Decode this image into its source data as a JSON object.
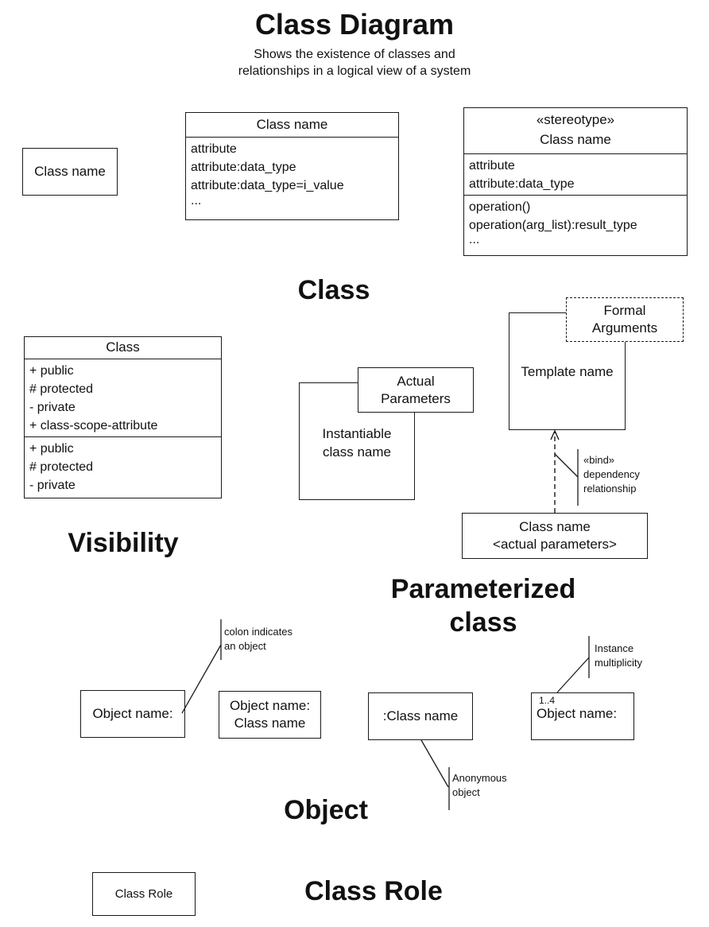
{
  "header": {
    "title": "Class Diagram",
    "subtitle_line1": "Shows the existence of classes and",
    "subtitle_line2": "relationships in a logical view of a system"
  },
  "class_section": {
    "label": "Class",
    "simple_box": {
      "name": "Class name"
    },
    "attributes_box": {
      "name": "Class name",
      "attributes": [
        "attribute",
        "attribute:data_type",
        "attribute:data_type=i_value",
        "..."
      ]
    },
    "stereotype_box": {
      "stereotype": "«stereotype»",
      "name": "Class name",
      "attributes": [
        "attribute",
        "attribute:data_type"
      ],
      "operations": [
        "operation()",
        "operation(arg_list):result_type",
        "..."
      ]
    }
  },
  "visibility_section": {
    "label": "Visibility",
    "box": {
      "name": "Class",
      "attributes": [
        "+ public",
        "# protected",
        "- private",
        "+ class-scope-attribute"
      ],
      "operations": [
        "+ public",
        "# protected",
        "- private"
      ]
    }
  },
  "parameterized_section": {
    "label_line1": "Parameterized",
    "label_line2": "class",
    "instantiable": {
      "name_line1": "Instantiable",
      "name_line2": "class name",
      "params_line1": "Actual",
      "params_line2": "Parameters"
    },
    "template": {
      "name": "Template name",
      "args_line1": "Formal",
      "args_line2": "Arguments"
    },
    "bind_note": {
      "line1": "«bind»",
      "line2": "dependency",
      "line3": "relationship"
    },
    "bound_class": {
      "name": "Class name",
      "params": "<actual parameters>"
    }
  },
  "object_section": {
    "label": "Object",
    "objects": [
      {
        "line1": "Object name:"
      },
      {
        "line1": "Object name:",
        "line2": "Class name"
      },
      {
        "line1": ":Class name"
      },
      {
        "multiplicity": "1..4",
        "line1": "Object name:"
      }
    ],
    "notes": {
      "colon_line1": "colon indicates",
      "colon_line2": "an object",
      "anon_line1": "Anonymous",
      "anon_line2": "object",
      "mult_line1": "Instance",
      "mult_line2": "multiplicity"
    }
  },
  "class_role_section": {
    "label": "Class Role",
    "box": {
      "name": "Class Role"
    }
  }
}
